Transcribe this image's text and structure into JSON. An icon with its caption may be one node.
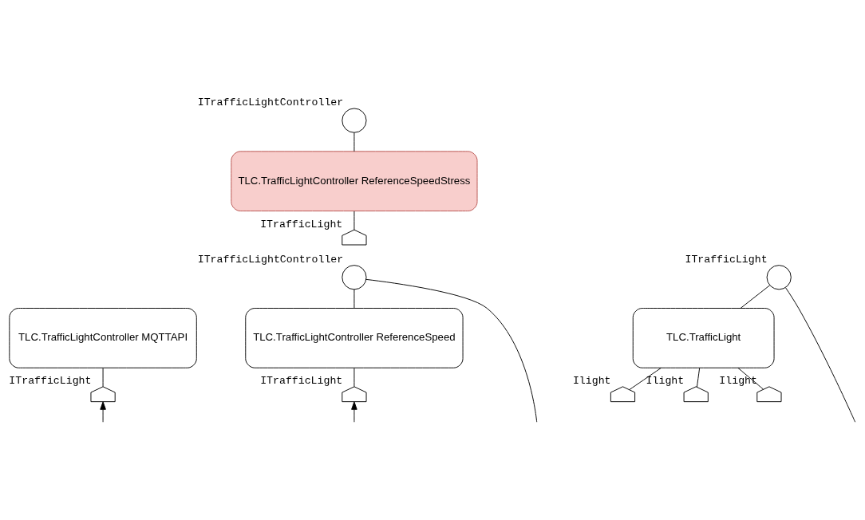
{
  "diagram": {
    "nodes": [
      {
        "text": [],
        "shape": "circle",
        "beside": [
          "ITrafficLightController"
        ]
      },
      {
        "text": [
          "TLC.TrafficLightController ReferenceSpeedStress"
        ]
      },
      {
        "text": [],
        "shape": "arc",
        "beside": [
          "ITrafficLight"
        ]
      },
      {
        "text": [],
        "shape": "circle",
        "beside": [
          "ITrafficLightController"
        ]
      },
      {
        "text": [],
        "shape": "circle",
        "beside": [
          "ITrafficLight"
        ]
      },
      {
        "text": [
          "TLC.TrafficLightController MQTTAPI"
        ]
      },
      {
        "text": [
          "TLC.TrafficLightController ReferenceSpeed"
        ]
      },
      {
        "text": [
          "TLC.TrafficLight"
        ]
      },
      {
        "text": [],
        "shape": "arc",
        "beside": [
          "ITrafficLight"
        ]
      },
      {
        "text": [],
        "shape": "arc",
        "beside": [
          "ITrafficLight"
        ]
      },
      {
        "text": [],
        "shape": "arc",
        "beside": [
          "Ilight"
        ]
      },
      {
        "text": [],
        "shape": "arc",
        "beside": [
          "Ilight"
        ]
      },
      {
        "text": [],
        "shape": "arc",
        "beside": [
          "Ilight"
        ]
      }
    ],
    "edges": [
      {
        "from": 0,
        "to": 1,
        "arrow": "none"
      },
      {
        "from": 1,
        "to": 2,
        "arrow": "none"
      },
      {
        "from": 3,
        "to": 6,
        "arrow": "none"
      },
      {
        "from": 4,
        "to": 7,
        "arrow": "none"
      },
      {
        "from": 5,
        "to": 8,
        "arrow": "none"
      },
      {
        "from": 6,
        "to": 9,
        "arrow": "none"
      },
      {
        "from": 7,
        "to": 10,
        "arrow": "none"
      },
      {
        "from": 7,
        "to": 11,
        "arrow": "none"
      },
      {
        "from": 7,
        "to": 12,
        "arrow": "none"
      },
      {
        "from": null,
        "to": 8,
        "arrow": "to"
      },
      {
        "from": null,
        "to": 9,
        "arrow": "to"
      },
      {
        "from": 3,
        "to": null,
        "arrow": "none"
      },
      {
        "from": 4,
        "to": null,
        "arrow": "none"
      }
    ]
  }
}
